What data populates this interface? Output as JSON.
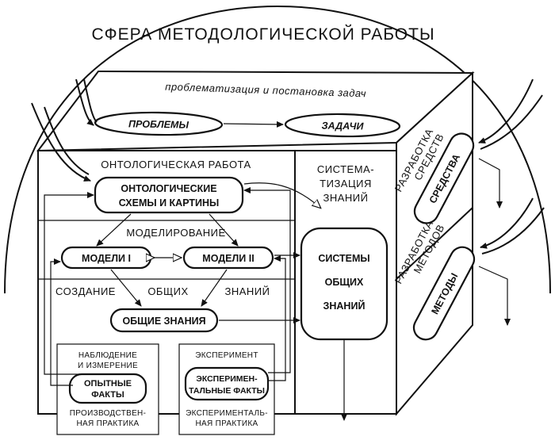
{
  "title": "СФЕРА МЕТОДОЛОГИЧЕСКОЙ РАБОТЫ",
  "top_face": {
    "caption": "проблематизация и постановка задач",
    "problems": "ПРОБЛЕМЫ",
    "tasks": "ЗАДАЧИ"
  },
  "front_face": {
    "ontological_work": "ОНТОЛОГИЧЕСКАЯ РАБОТА",
    "ontological_schemes": [
      "ОНТОЛОГИЧЕСКИЕ",
      "СХЕМЫ И КАРТИНЫ"
    ],
    "modeling": "МОДЕЛИРОВАНИЕ",
    "model_1": "МОДЕЛИ I",
    "model_2": "МОДЕЛИ II",
    "creation_line": [
      "СОЗДАНИЕ",
      "ОБЩИХ",
      "ЗНАНИЙ"
    ],
    "general_knowledge": "ОБЩИЕ ЗНАНИЯ",
    "systematization": [
      "СИСТЕМА-",
      "ТИЗАЦИЯ",
      "ЗНАНИЙ"
    ],
    "systems": [
      "СИСТЕМЫ",
      "ОБЩИХ",
      "ЗНАНИЙ"
    ],
    "observation": [
      "НАБЛЮДЕНИЕ",
      "И ИЗМЕРЕНИЕ"
    ],
    "experience_facts": [
      "ОПЫТНЫЕ",
      "ФАКТЫ"
    ],
    "production_practice": [
      "ПРОИЗВОДСТВЕН-",
      "НАЯ ПРАКТИКА"
    ],
    "experiment": "ЭКСПЕРИМЕНТ",
    "experimental_facts": [
      "ЭКСПЕРИМЕН-",
      "ТАЛЬНЫЕ ФАКТЫ"
    ],
    "experimental_practice": [
      "ЭКСПЕРИМЕНТАЛЬ-",
      "НАЯ ПРАКТИКА"
    ]
  },
  "side_face": {
    "dev_tools": [
      "РАЗРАБОТКА",
      "СРЕДСТВ"
    ],
    "tools": "СРЕДСТВА",
    "dev_methods": [
      "РАЗРАБОТКА",
      "МЕТОДОВ"
    ],
    "methods": "МЕТОДЫ"
  }
}
